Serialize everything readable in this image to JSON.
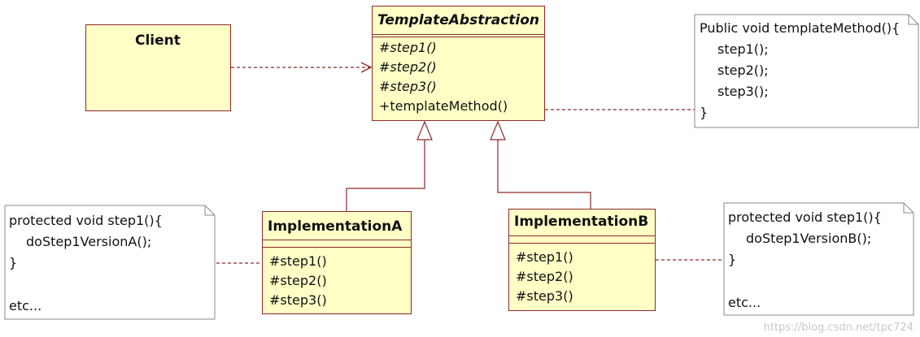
{
  "client": {
    "name": "Client"
  },
  "abstraction": {
    "name": "TemplateAbstraction",
    "methods": [
      "#step1()",
      "#step2()",
      "#step3()",
      "+templateMethod()"
    ]
  },
  "impl_a": {
    "name": "ImplementationA",
    "methods": [
      "#step1()",
      "#step2()",
      "#step3()"
    ]
  },
  "impl_b": {
    "name": "ImplementationB",
    "methods": [
      "#step1()",
      "#step2()",
      "#step3()"
    ]
  },
  "note_template": {
    "lines": [
      "Public void templateMethod(){",
      "step1();",
      "step2();",
      "step3();",
      "}"
    ]
  },
  "note_a": {
    "lines": [
      "protected void step1(){",
      "doStep1VersionA();",
      "}",
      "etc..."
    ]
  },
  "note_b": {
    "lines": [
      "protected void step1(){",
      "doStep1VersionB();",
      "}",
      "etc..."
    ]
  },
  "watermark": "https://blog.csdn.net/tpc724",
  "colors": {
    "class_fill": "#ffffc6",
    "class_border": "#8b2a2a",
    "note_border": "#888888"
  }
}
